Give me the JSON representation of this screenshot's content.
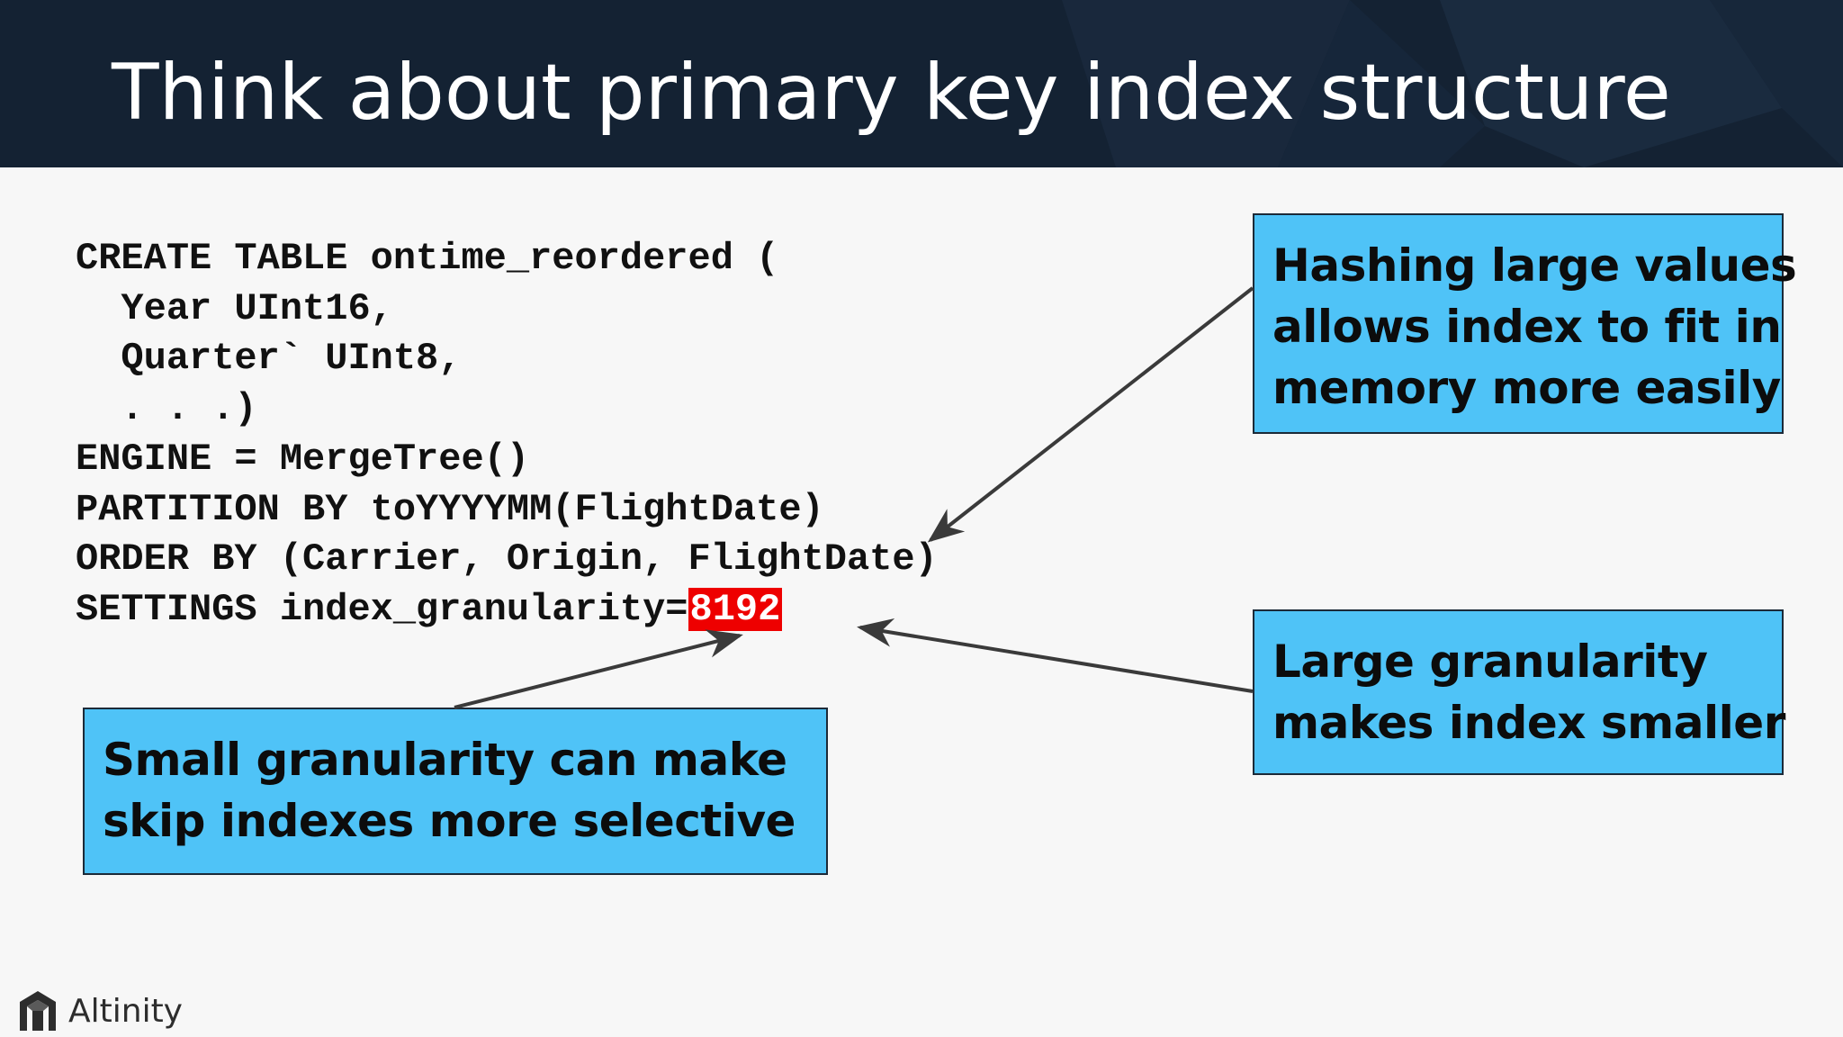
{
  "slide": {
    "title": "Think about primary key index structure"
  },
  "code": {
    "lines": [
      "CREATE TABLE ontime_reordered (",
      "  Year UInt16,",
      "  Quarter` UInt8,",
      "  . . .)",
      "ENGINE = MergeTree()",
      "PARTITION BY toYYYYMM(FlightDate)",
      "ORDER BY (Carrier, Origin, FlightDate)"
    ],
    "settings_prefix": "SETTINGS index_granularity=",
    "settings_value": "8192"
  },
  "callouts": {
    "hashing": [
      "Hashing large values",
      "allows index to fit in",
      "memory more easily"
    ],
    "large_granularity": [
      "Large granularity",
      "makes index smaller"
    ],
    "small_granularity": [
      "Small granularity can make",
      "skip indexes more selective"
    ]
  },
  "footer": {
    "logo_text": "Altinity"
  },
  "colors": {
    "header_bg": "#142233",
    "callout_bg": "#4fc3f7",
    "highlight": "#ee0000",
    "arrow": "#3a3a3a"
  },
  "icons": {
    "logo": "altinity-logo-icon"
  }
}
